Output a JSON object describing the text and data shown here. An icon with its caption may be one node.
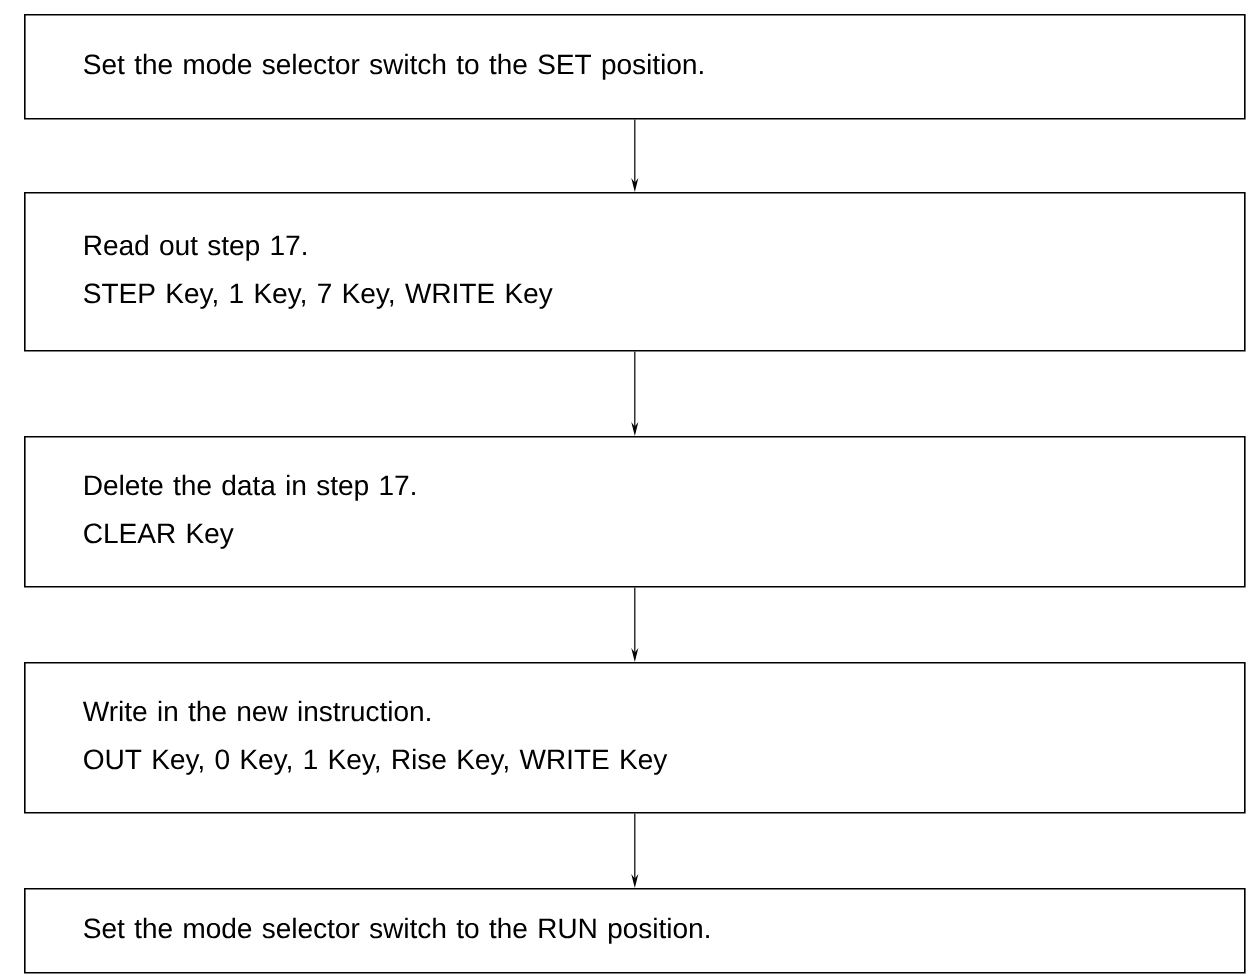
{
  "diagram": {
    "nodes": [
      {
        "text": [
          "Set the mode selector switch to the SET position."
        ]
      },
      {
        "text": [
          "Read out step 17.",
          "STEP Key, 1 Key, 7 Key, WRITE Key"
        ]
      },
      {
        "text": [
          "Delete the data in step 17.",
          "CLEAR Key"
        ]
      },
      {
        "text": [
          "Write in the new instruction.",
          "OUT Key, 0 Key, 1 Key, Rise Key, WRITE Key"
        ]
      },
      {
        "text": [
          "Set the mode selector switch to the RUN position."
        ]
      }
    ],
    "edges": [
      {
        "from": 0,
        "to": 1,
        "arrow": "to"
      },
      {
        "from": 1,
        "to": 2,
        "arrow": "to"
      },
      {
        "from": 2,
        "to": 3,
        "arrow": "to"
      },
      {
        "from": 3,
        "to": 4,
        "arrow": "to"
      }
    ]
  }
}
